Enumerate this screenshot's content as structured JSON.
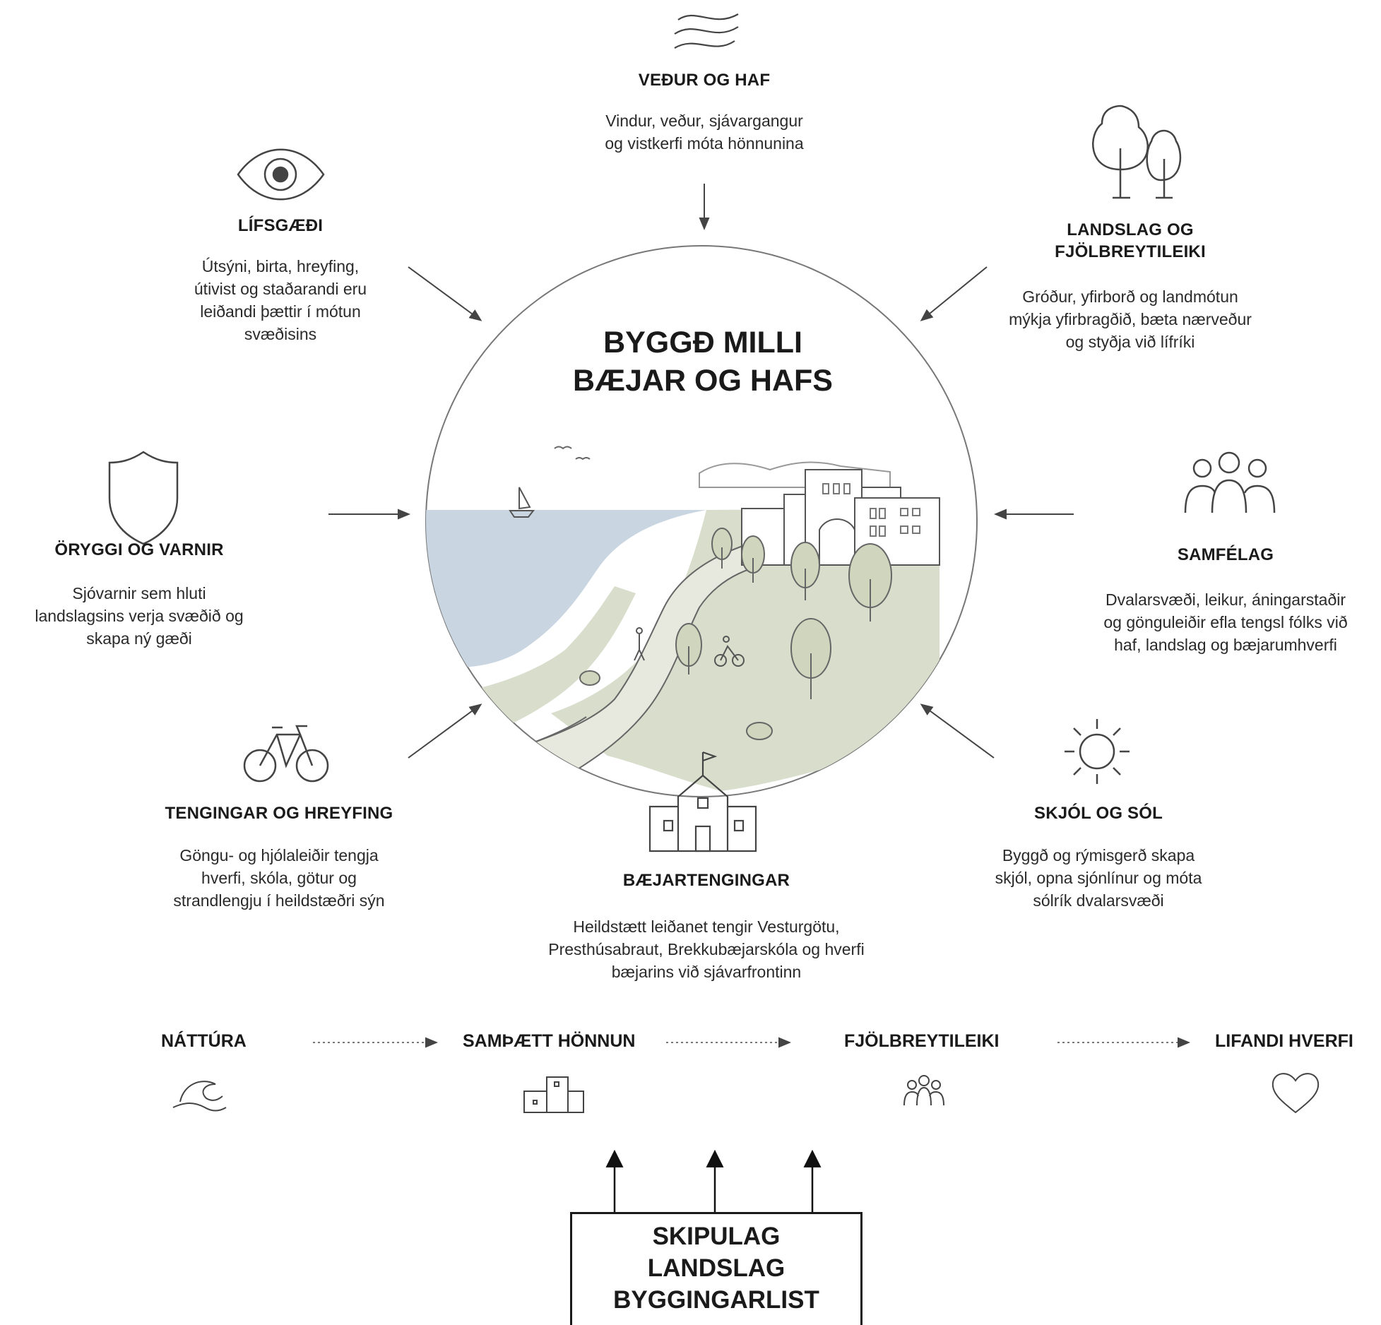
{
  "center": {
    "title_line1": "BYGGÐ MILLI",
    "title_line2": "BÆJAR OG HAFS"
  },
  "themes": {
    "vedur": {
      "title": "VEÐUR OG HAF",
      "desc": [
        "Vindur, veður, sjávargangur",
        "og vistkerfi móta hönnunina"
      ],
      "icon": "waves-icon"
    },
    "lifsgaedi": {
      "title": "LÍFSGÆÐI",
      "desc": [
        "Útsýni, birta, hreyfing,",
        "útivist og staðarandi eru",
        "leiðandi þættir í mótun",
        "svæðisins"
      ],
      "icon": "eye-icon"
    },
    "landslag": {
      "title_line1": "LANDSLAG OG",
      "title_line2": "FJÖLBREYTILEIKI",
      "desc": [
        "Gróður, yfirborð og landmótun",
        "mýkja yfirbragðið, bæta nærveður",
        "og styðja við lífríki"
      ],
      "icon": "trees-icon"
    },
    "oryggi": {
      "title": "ÖRYGGI OG VARNIR",
      "desc": [
        "Sjóvarnir sem hluti",
        "landslagsins verja svæðið og",
        "skapa ný gæði"
      ],
      "icon": "shield-icon"
    },
    "samfelag": {
      "title": "SAMFÉLAG",
      "desc": [
        "Dvalarsvæði, leikur, áningarstaðir",
        "og gönguleiðir efla tengsl fólks við",
        "haf, landslag og bæjarumhverfi"
      ],
      "icon": "people-icon"
    },
    "tengingar": {
      "title": "TENGINGAR OG HREYFING",
      "desc": [
        "Göngu- og hjólaleiðir tengja",
        "hverfi, skóla, götur og",
        "strandlengju í heildstæðri sýn"
      ],
      "icon": "bicycle-icon"
    },
    "baejar": {
      "title": "BÆJARTENGINGAR",
      "desc": [
        "Heildstætt leiðanet tengir Vesturgötu,",
        "Presthúsabraut, Brekkubæjarskóla og hverfi",
        "bæjarins við sjávarfrontinn"
      ],
      "icon": "school-icon"
    },
    "skjol": {
      "title": "SKJÓL OG SÓL",
      "desc": [
        "Byggð og rýmisgerð skapa",
        "skjól, opna sjónlínur og móta",
        "sólrík dvalarsvæði"
      ],
      "icon": "sun-icon"
    }
  },
  "flow": [
    {
      "label": "NÁTTÚRA",
      "icon": "wave-icon"
    },
    {
      "label": "SAMÞÆTT HÖNNUN",
      "icon": "buildings-icon"
    },
    {
      "label": "FJÖLBREYTILEIKI",
      "icon": "people-icon"
    },
    {
      "label": "LIFANDI HVERFI",
      "icon": "heart-icon"
    }
  ],
  "foundation": [
    "SKIPULAG",
    "LANDSLAG",
    "BYGGINGARLIST"
  ],
  "colors": {
    "sea": "#c9d6e2",
    "land": "#d8ddcc",
    "path": "#e7e9df",
    "tree": "#cfd6bd",
    "line": "#555555",
    "arrow": "#444444"
  }
}
